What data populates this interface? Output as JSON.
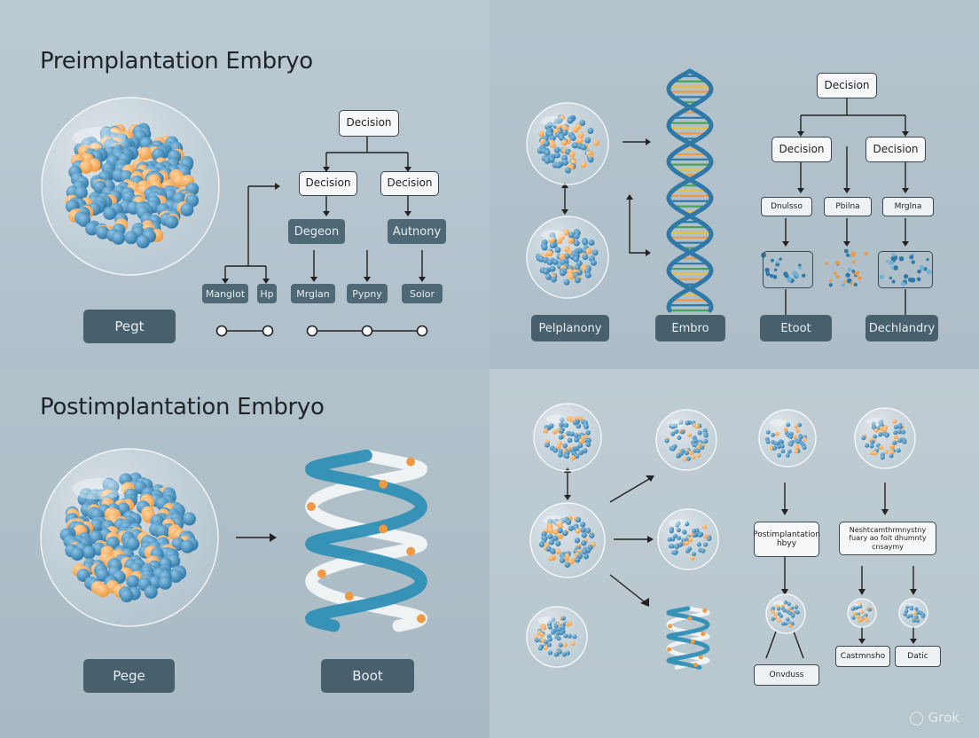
{
  "headings": {
    "top": "Preimplantation Embryo",
    "bottom": "Postimplantation Embryo"
  },
  "p1": {
    "root": "Decision",
    "left_decision": "Decision",
    "right_decision": "Decision",
    "dark_left": "Degeon",
    "dark_right": "Autnony",
    "leaves": [
      "Manglot",
      "Hp",
      "Mrglan",
      "Pypny",
      "Solor"
    ],
    "pill": "Pegt"
  },
  "p2": {
    "root": "Decision",
    "left_decision": "Decision",
    "right_decision": "Decision",
    "small": [
      "Dnulsso",
      "Pbilna",
      "Mrglna"
    ],
    "pills": [
      "Pelplanony",
      "Embro",
      "Etoot",
      "Dechlandry"
    ]
  },
  "p3": {
    "pills": [
      "Pege",
      "Boot"
    ]
  },
  "p4": {
    "box_left": "Postimplantation hbyy",
    "box_right": "Neshtcamthrmnystny fuary ao foit dhumnty cnsaymy",
    "small_boxes": [
      "Onvduss",
      "Castmnsho",
      "Datic"
    ]
  },
  "watermark": "Grok",
  "colors": {
    "sphere_blue": "#2f79a8",
    "sphere_orange": "#ee9a43",
    "dark_box": "#48606d"
  }
}
